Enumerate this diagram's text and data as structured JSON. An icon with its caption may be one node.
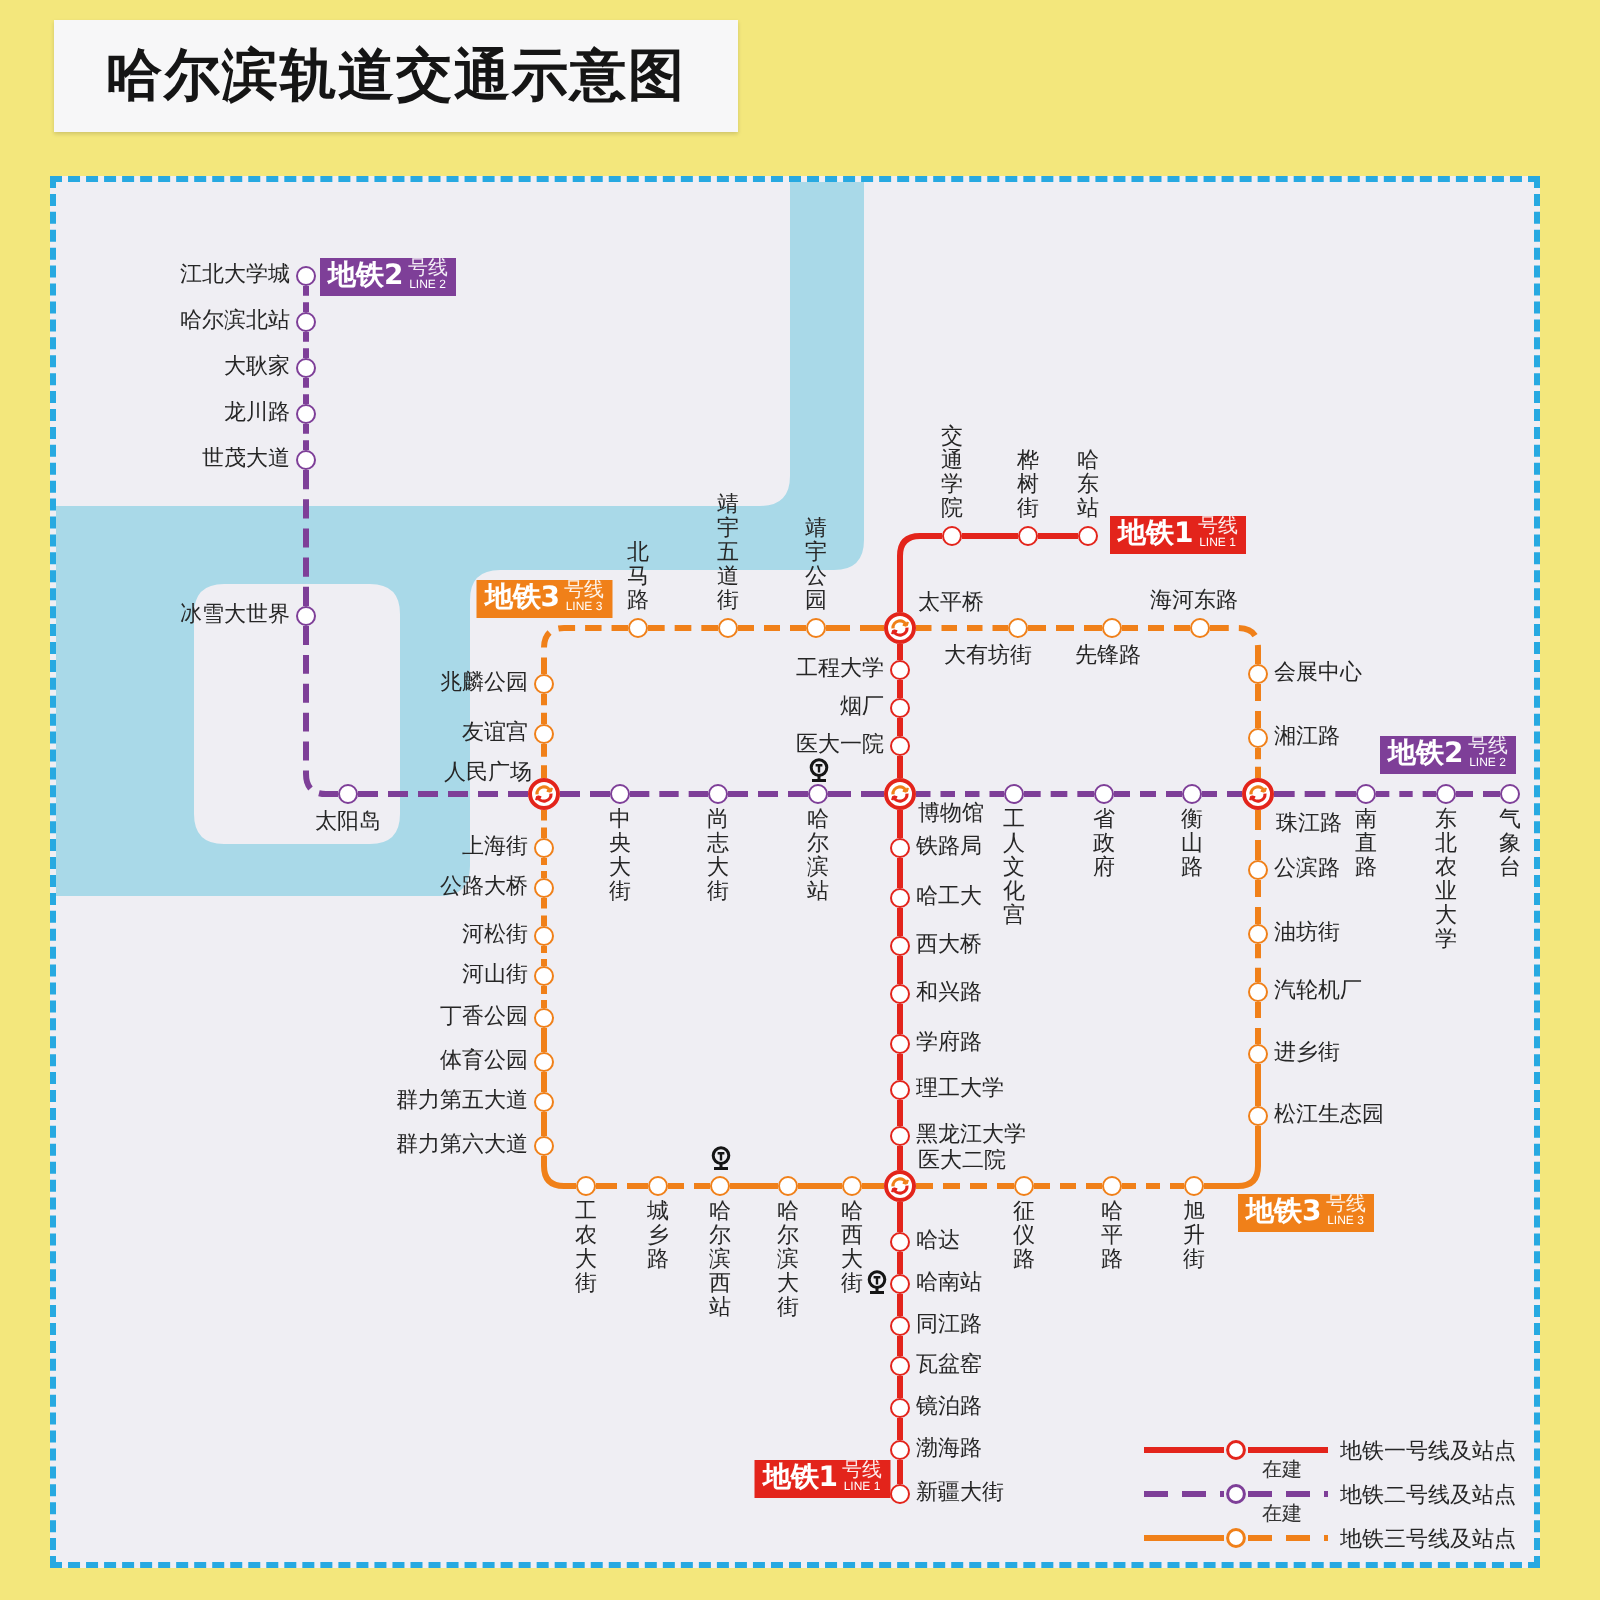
{
  "diagram": {
    "title": "哈尔滨轨道交通示意图",
    "nodes": [
      {
        "text": [
          "地铁2",
          "号线",
          "LINE 2"
        ]
      },
      {
        "text": [
          "江北大学城"
        ]
      },
      {
        "text": [
          "哈尔滨北站"
        ]
      },
      {
        "text": [
          "大耿家"
        ]
      },
      {
        "text": [
          "龙川路"
        ]
      },
      {
        "text": [
          "世茂大道"
        ]
      },
      {
        "text": [
          "冰雪大世界"
        ]
      },
      {
        "text": [
          "太阳岛"
        ]
      },
      {
        "text": [
          "人民广场"
        ]
      },
      {
        "text": [
          "中央大街"
        ]
      },
      {
        "text": [
          "尚志大街"
        ]
      },
      {
        "text": [
          "哈尔滨站"
        ]
      },
      {
        "text": [
          "博物馆"
        ]
      },
      {
        "text": [
          "工人文化宫"
        ]
      },
      {
        "text": [
          "省政府"
        ]
      },
      {
        "text": [
          "衡山路"
        ]
      },
      {
        "text": [
          "珠江路"
        ]
      },
      {
        "text": [
          "南直路"
        ]
      },
      {
        "text": [
          "东北农业大学"
        ]
      },
      {
        "text": [
          "气象台"
        ]
      },
      {
        "text": [
          "地铁2",
          "号线",
          "LINE 2"
        ]
      },
      {
        "text": [
          "地铁1",
          "号线",
          "LINE 1"
        ]
      },
      {
        "text": [
          "哈东站"
        ]
      },
      {
        "text": [
          "桦树街"
        ]
      },
      {
        "text": [
          "交通学院"
        ]
      },
      {
        "text": [
          "太平桥"
        ]
      },
      {
        "text": [
          "工程大学"
        ]
      },
      {
        "text": [
          "烟厂"
        ]
      },
      {
        "text": [
          "医大一院"
        ]
      },
      {
        "text": [
          "铁路局"
        ]
      },
      {
        "text": [
          "哈工大"
        ]
      },
      {
        "text": [
          "西大桥"
        ]
      },
      {
        "text": [
          "和兴路"
        ]
      },
      {
        "text": [
          "学府路"
        ]
      },
      {
        "text": [
          "理工大学"
        ]
      },
      {
        "text": [
          "黑龙江大学"
        ]
      },
      {
        "text": [
          "医大二院"
        ]
      },
      {
        "text": [
          "哈达"
        ]
      },
      {
        "text": [
          "哈南站"
        ]
      },
      {
        "text": [
          "同江路"
        ]
      },
      {
        "text": [
          "瓦盆窑"
        ]
      },
      {
        "text": [
          "镜泊路"
        ]
      },
      {
        "text": [
          "渤海路"
        ]
      },
      {
        "text": [
          "新疆大街"
        ]
      },
      {
        "text": [
          "地铁1",
          "号线",
          "LINE 1"
        ]
      },
      {
        "text": [
          "地铁3",
          "号线",
          "LINE 3"
        ]
      },
      {
        "text": [
          "北马路"
        ]
      },
      {
        "text": [
          "靖宇五道街"
        ]
      },
      {
        "text": [
          "靖宇公园"
        ]
      },
      {
        "text": [
          "大有坊街"
        ]
      },
      {
        "text": [
          "先锋路"
        ]
      },
      {
        "text": [
          "海河东路"
        ]
      },
      {
        "text": [
          "会展中心"
        ]
      },
      {
        "text": [
          "湘江路"
        ]
      },
      {
        "text": [
          "公滨路"
        ]
      },
      {
        "text": [
          "油坊街"
        ]
      },
      {
        "text": [
          "汽轮机厂"
        ]
      },
      {
        "text": [
          "进乡街"
        ]
      },
      {
        "text": [
          "松江生态园"
        ]
      },
      {
        "text": [
          "旭升街"
        ]
      },
      {
        "text": [
          "哈平路"
        ]
      },
      {
        "text": [
          "征仪路"
        ]
      },
      {
        "text": [
          "哈西大街"
        ]
      },
      {
        "text": [
          "哈尔滨大街"
        ]
      },
      {
        "text": [
          "哈尔滨西站"
        ]
      },
      {
        "text": [
          "城乡路"
        ]
      },
      {
        "text": [
          "工农大街"
        ]
      },
      {
        "text": [
          "群力第六大道"
        ]
      },
      {
        "text": [
          "群力第五大道"
        ]
      },
      {
        "text": [
          "体育公园"
        ]
      },
      {
        "text": [
          "丁香公园"
        ]
      },
      {
        "text": [
          "河山街"
        ]
      },
      {
        "text": [
          "河松街"
        ]
      },
      {
        "text": [
          "公路大桥"
        ]
      },
      {
        "text": [
          "上海街"
        ]
      },
      {
        "text": [
          "友谊宫"
        ]
      },
      {
        "text": [
          "兆麟公园"
        ]
      },
      {
        "text": [
          "地铁3",
          "号线",
          "LINE 3"
        ]
      }
    ],
    "edges": [
      {
        "from": 1,
        "to": 2,
        "arrow": "none",
        "style": "dashed",
        "color": "#7e3f98"
      },
      {
        "from": 2,
        "to": 3,
        "arrow": "none",
        "style": "dashed",
        "color": "#7e3f98"
      },
      {
        "from": 3,
        "to": 4,
        "arrow": "none",
        "style": "dashed",
        "color": "#7e3f98"
      },
      {
        "from": 4,
        "to": 5,
        "arrow": "none",
        "style": "dashed",
        "color": "#7e3f98"
      },
      {
        "from": 5,
        "to": 6,
        "arrow": "none",
        "style": "dashed",
        "color": "#7e3f98"
      },
      {
        "from": 6,
        "to": 7,
        "arrow": "none",
        "style": "dashed",
        "color": "#7e3f98"
      },
      {
        "from": 7,
        "to": 8,
        "arrow": "none",
        "style": "dashed",
        "color": "#7e3f98"
      },
      {
        "from": 8,
        "to": 9,
        "arrow": "none",
        "style": "dashed",
        "color": "#7e3f98"
      },
      {
        "from": 9,
        "to": 10,
        "arrow": "none",
        "style": "dashed",
        "color": "#7e3f98"
      },
      {
        "from": 10,
        "to": 11,
        "arrow": "none",
        "style": "dashed",
        "color": "#7e3f98"
      },
      {
        "from": 11,
        "to": 12,
        "arrow": "none",
        "style": "dashed",
        "color": "#7e3f98"
      },
      {
        "from": 12,
        "to": 13,
        "arrow": "none",
        "style": "dashed",
        "color": "#7e3f98"
      },
      {
        "from": 13,
        "to": 14,
        "arrow": "none",
        "style": "dashed",
        "color": "#7e3f98"
      },
      {
        "from": 14,
        "to": 15,
        "arrow": "none",
        "style": "dashed",
        "color": "#7e3f98"
      },
      {
        "from": 15,
        "to": 16,
        "arrow": "none",
        "style": "dashed",
        "color": "#7e3f98"
      },
      {
        "from": 16,
        "to": 17,
        "arrow": "none",
        "style": "dashed",
        "color": "#7e3f98"
      },
      {
        "from": 17,
        "to": 18,
        "arrow": "none",
        "style": "dashed",
        "color": "#7e3f98"
      },
      {
        "from": 18,
        "to": 19,
        "arrow": "none",
        "style": "dashed",
        "color": "#7e3f98"
      },
      {
        "from": 22,
        "to": 23,
        "arrow": "none",
        "color": "#e3241b"
      },
      {
        "from": 23,
        "to": 24,
        "arrow": "none",
        "color": "#e3241b"
      },
      {
        "from": 24,
        "to": 25,
        "arrow": "none",
        "color": "#e3241b"
      },
      {
        "from": 25,
        "to": 26,
        "arrow": "none",
        "color": "#e3241b"
      },
      {
        "from": 26,
        "to": 27,
        "arrow": "none",
        "color": "#e3241b"
      },
      {
        "from": 27,
        "to": 28,
        "arrow": "none",
        "color": "#e3241b"
      },
      {
        "from": 28,
        "to": 12,
        "arrow": "none",
        "color": "#e3241b"
      },
      {
        "from": 12,
        "to": 29,
        "arrow": "none",
        "color": "#e3241b"
      },
      {
        "from": 29,
        "to": 30,
        "arrow": "none",
        "color": "#e3241b"
      },
      {
        "from": 30,
        "to": 31,
        "arrow": "none",
        "color": "#e3241b"
      },
      {
        "from": 31,
        "to": 32,
        "arrow": "none",
        "color": "#e3241b"
      },
      {
        "from": 32,
        "to": 33,
        "arrow": "none",
        "color": "#e3241b"
      },
      {
        "from": 33,
        "to": 34,
        "arrow": "none",
        "color": "#e3241b"
      },
      {
        "from": 34,
        "to": 35,
        "arrow": "none",
        "color": "#e3241b"
      },
      {
        "from": 35,
        "to": 36,
        "arrow": "none",
        "color": "#e3241b"
      },
      {
        "from": 36,
        "to": 37,
        "arrow": "none",
        "color": "#e3241b"
      },
      {
        "from": 37,
        "to": 38,
        "arrow": "none",
        "color": "#e3241b"
      },
      {
        "from": 38,
        "to": 39,
        "arrow": "none",
        "color": "#e3241b"
      },
      {
        "from": 39,
        "to": 40,
        "arrow": "none",
        "color": "#e3241b"
      },
      {
        "from": 40,
        "to": 41,
        "arrow": "none",
        "color": "#e3241b"
      },
      {
        "from": 41,
        "to": 42,
        "arrow": "none",
        "color": "#e3241b"
      },
      {
        "from": 42,
        "to": 43,
        "arrow": "none",
        "color": "#e3241b"
      },
      {
        "from": 46,
        "to": 47,
        "arrow": "none",
        "style": "dashed"
      },
      {
        "from": 47,
        "to": 48,
        "arrow": "none",
        "style": "dashed"
      },
      {
        "from": 48,
        "to": 25,
        "arrow": "none",
        "style": "dashed"
      },
      {
        "from": 25,
        "to": 49,
        "arrow": "none",
        "style": "dashed"
      },
      {
        "from": 49,
        "to": 50,
        "arrow": "none",
        "style": "dashed"
      },
      {
        "from": 50,
        "to": 51,
        "arrow": "none",
        "style": "dashed"
      },
      {
        "from": 51,
        "to": 52,
        "arrow": "none",
        "style": "dashed"
      },
      {
        "from": 52,
        "to": 53,
        "arrow": "none",
        "style": "dashed"
      },
      {
        "from": 53,
        "to": 16,
        "arrow": "none",
        "style": "dashed"
      },
      {
        "from": 16,
        "to": 54,
        "arrow": "none",
        "style": "dashed"
      },
      {
        "from": 54,
        "to": 55,
        "arrow": "none",
        "style": "dashed"
      },
      {
        "from": 55,
        "to": 56,
        "arrow": "none",
        "style": "dashed"
      },
      {
        "from": 56,
        "to": 57,
        "arrow": "none",
        "style": "dashed"
      },
      {
        "from": 57,
        "to": 58,
        "arrow": "none"
      },
      {
        "from": 58,
        "to": 59,
        "arrow": "none"
      },
      {
        "from": 59,
        "to": 60,
        "arrow": "none",
        "style": "dashed"
      },
      {
        "from": 60,
        "to": 61,
        "arrow": "none",
        "style": "dashed"
      },
      {
        "from": 61,
        "to": 36,
        "arrow": "none",
        "style": "dashed"
      },
      {
        "from": 36,
        "to": 62,
        "arrow": "none"
      },
      {
        "from": 62,
        "to": 63,
        "arrow": "none"
      },
      {
        "from": 63,
        "to": 64,
        "arrow": "none"
      },
      {
        "from": 64,
        "to": 65,
        "arrow": "none",
        "style": "dashed"
      },
      {
        "from": 65,
        "to": 66,
        "arrow": "none",
        "style": "dashed"
      },
      {
        "from": 66,
        "to": 67,
        "arrow": "none"
      },
      {
        "from": 67,
        "to": 68,
        "arrow": "none"
      },
      {
        "from": 68,
        "to": 69,
        "arrow": "none"
      },
      {
        "from": 69,
        "to": 70,
        "arrow": "none"
      },
      {
        "from": 70,
        "to": 71,
        "arrow": "none",
        "style": "dashed"
      },
      {
        "from": 71,
        "to": 72,
        "arrow": "none",
        "style": "dashed"
      },
      {
        "from": 72,
        "to": 73,
        "arrow": "none",
        "style": "dashed"
      },
      {
        "from": 73,
        "to": 74,
        "arrow": "none",
        "style": "dashed"
      },
      {
        "from": 74,
        "to": 8,
        "arrow": "none",
        "style": "dashed"
      },
      {
        "from": 8,
        "to": 75,
        "arrow": "none",
        "style": "dashed"
      },
      {
        "from": 75,
        "to": 76,
        "arrow": "none",
        "style": "dashed"
      },
      {
        "from": 76,
        "to": 46,
        "arrow": "none",
        "style": "dashed"
      }
    ],
    "labels": [
      "在建",
      "在建"
    ],
    "legend": [
      {
        "text": "地铁一号线及站点"
      },
      {
        "text": "地铁二号线及站点"
      },
      {
        "text": "地铁三号线及站点"
      }
    ]
  }
}
